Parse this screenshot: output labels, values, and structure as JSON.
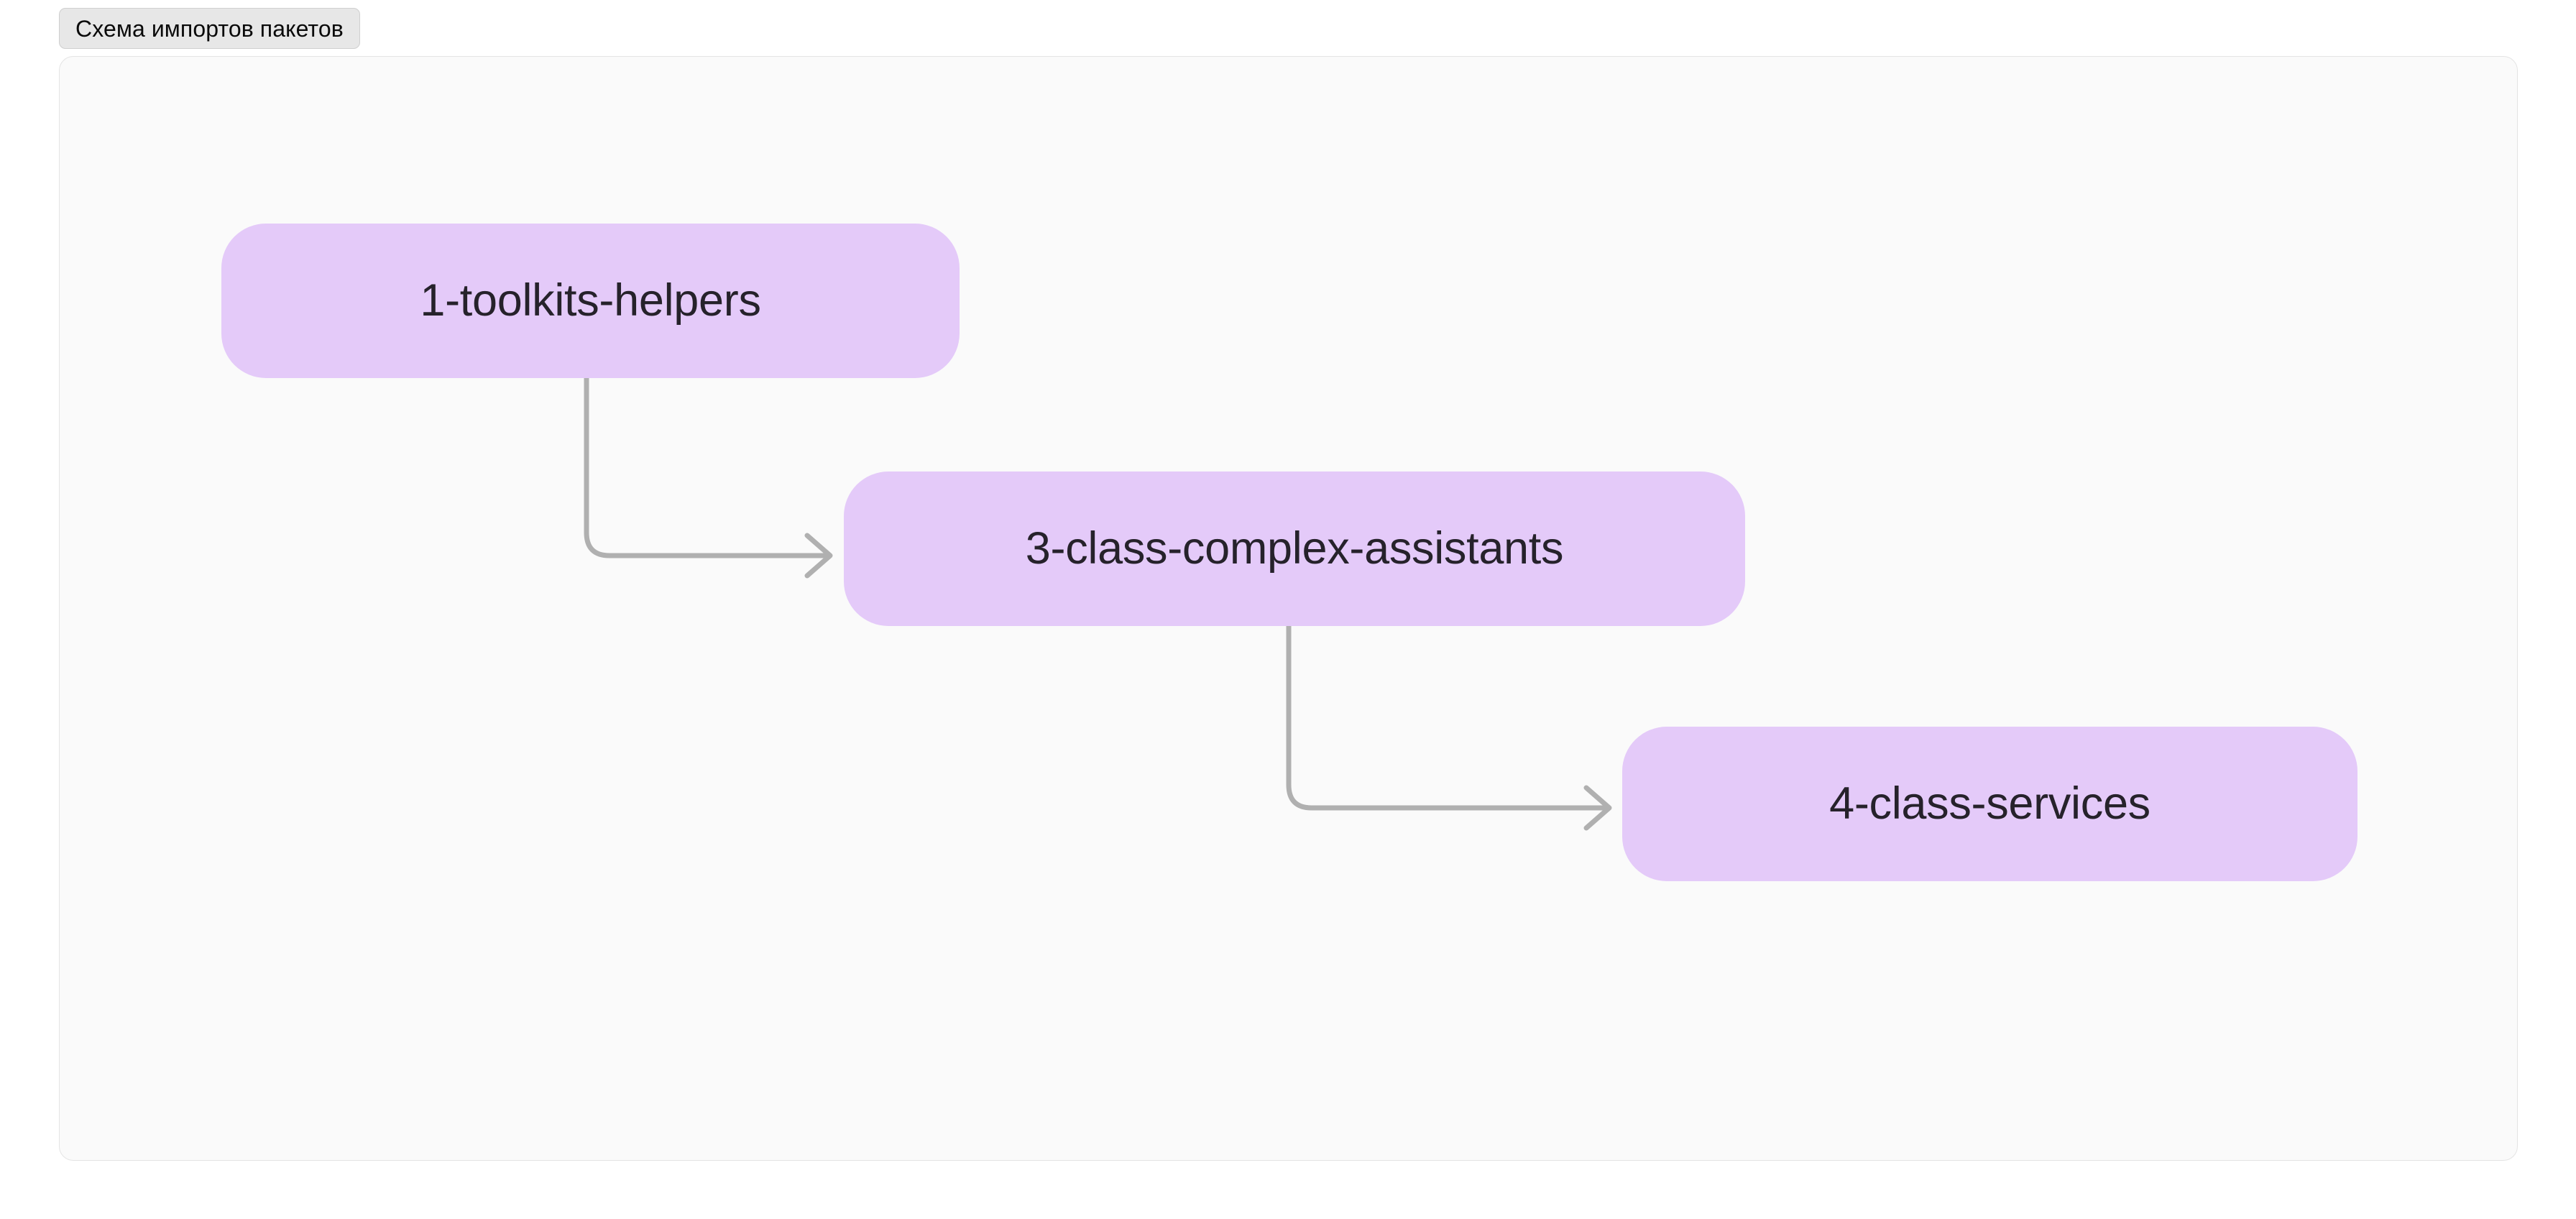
{
  "title_tab": {
    "label": "Схема импортов пакетов"
  },
  "diagram": {
    "type": "flowchart",
    "direction": "top-down-right",
    "node_fill": "#E4CAF9",
    "node_text_color": "#26222B",
    "edge_color": "#B0B0B0",
    "canvas_background": "#FAFAFA",
    "canvas_border": "#E4E4E4",
    "nodes": [
      {
        "id": "n1",
        "label": "1-toolkits-helpers"
      },
      {
        "id": "n2",
        "label": "3-class-complex-assistants"
      },
      {
        "id": "n3",
        "label": "4-class-services"
      }
    ],
    "edges": [
      {
        "from": "n1",
        "to": "n2",
        "label": "",
        "arrow": "open-chevron"
      },
      {
        "from": "n2",
        "to": "n3",
        "label": "",
        "arrow": "open-chevron"
      }
    ]
  }
}
